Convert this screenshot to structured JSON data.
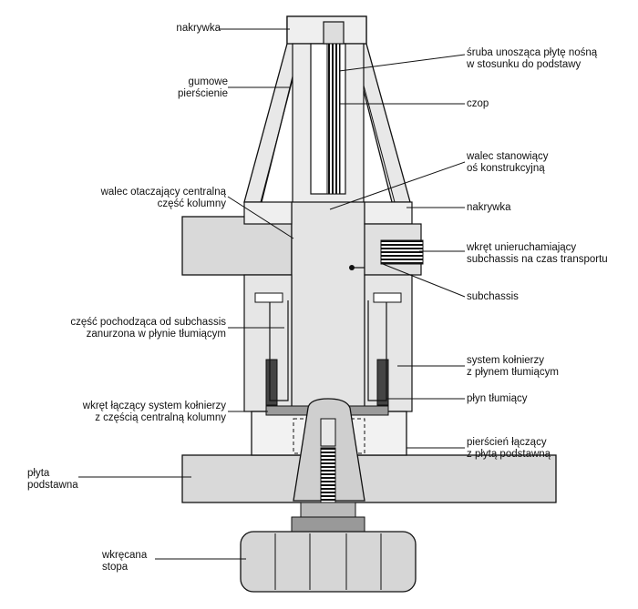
{
  "labels": {
    "nakrywka_top": [
      "nakrywka"
    ],
    "sruba": [
      "śruba unosząca płytę nośną",
      "w stosunku do podstawy"
    ],
    "gumowe": [
      "gumowe",
      "pierścienie"
    ],
    "czop": [
      "czop"
    ],
    "walec_os": [
      "walec stanowiący",
      "oś konstrukcyjną"
    ],
    "walec_otaczajacy": [
      "walec otaczający centralną",
      "część kolumny"
    ],
    "nakrywka_mid": [
      "nakrywka"
    ],
    "wkret_unier": [
      "wkręt unieruchamiający",
      "subchassis na czas transportu"
    ],
    "subchassis": [
      "subchassis"
    ],
    "czesc_pochodzaca": [
      "część pochodząca od subchassis",
      "zanurzona w płynie tłumiącym"
    ],
    "system_kolnierzy": [
      "system kołnierzy",
      "z płynem tłumiącym"
    ],
    "plyn": [
      "płyn tłumiący"
    ],
    "wkret_laczacy": [
      "wkręt łączący system kołnierzy",
      "z częścią centralną kolumny"
    ],
    "pierscien": [
      "pierścień łączący",
      "z płytą podstawną"
    ],
    "plyta": [
      "płyta",
      "podstawna"
    ],
    "wkrecana": [
      "wkręcana",
      "stopa"
    ]
  }
}
